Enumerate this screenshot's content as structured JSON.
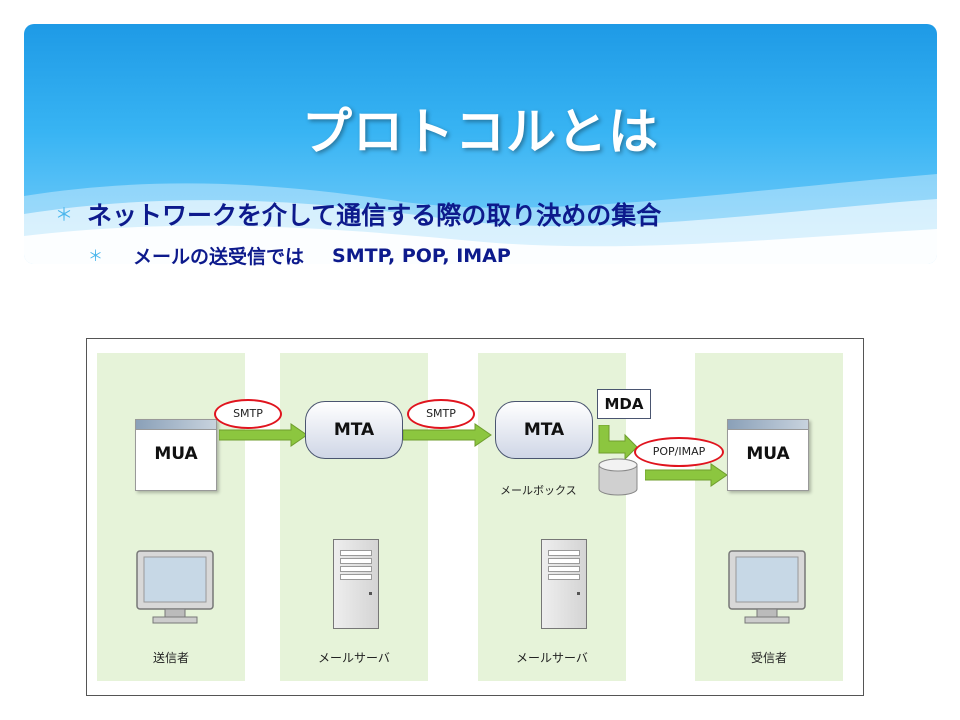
{
  "slide": {
    "title": "プロトコルとは",
    "bullets": [
      {
        "mark": "＊",
        "text": "ネットワークを介して通信する際の取り決めの集合"
      },
      {
        "mark": "＊",
        "text": "メールの送受信では",
        "protocols": "SMTP, POP, IMAP"
      }
    ]
  },
  "diagram": {
    "columns": [
      {
        "id": "sender",
        "label": "送信者"
      },
      {
        "id": "server1",
        "label": "メールサーバ"
      },
      {
        "id": "server2",
        "label": "メールサーバ"
      },
      {
        "id": "receiver",
        "label": "受信者"
      }
    ],
    "nodes": {
      "mua_sender": "MUA",
      "mta1": "MTA",
      "mta2": "MTA",
      "mda": "MDA",
      "mailbox": "メールボックス",
      "mua_receiver": "MUA"
    },
    "protocols": {
      "smtp1": "SMTP",
      "smtp2": "SMTP",
      "pop_imap": "POP/IMAP"
    },
    "colors": {
      "column_bg": "#e6f3d9",
      "arrow": "#8cc63f",
      "highlight": "#e0141e",
      "text_blue": "#0d1a8c"
    },
    "icons": {
      "sender_device": "monitor-icon",
      "server_device": "server-icon",
      "receiver_device": "monitor-icon",
      "mailbox": "database-cylinder-icon"
    }
  }
}
